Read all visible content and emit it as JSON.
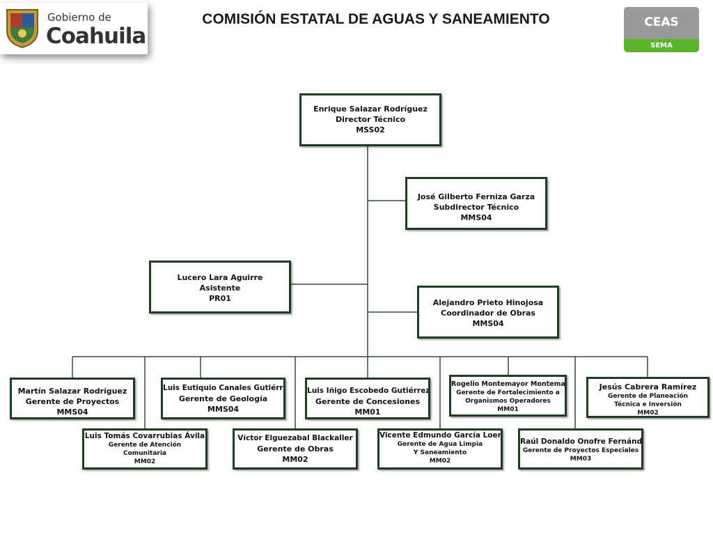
{
  "header": {
    "title": "COMISIÓN ESTATAL DE AGUAS Y SANEAMIENTO",
    "logo_left": {
      "line1": "Gobierno de",
      "line2": "Coahuila"
    },
    "logo_right": {
      "top": "CEAS",
      "bottom": "SEMA"
    }
  },
  "colors": {
    "box_border": "#1e3d1e",
    "line": "#2d4a2d",
    "sema_green": "#5cb42a",
    "ceas_gray": "#9a9a9a"
  },
  "org": {
    "director": {
      "name": "Enrique Salazar Rodríguez",
      "role": "Director Técnico",
      "code": "MSS02"
    },
    "subdirector": {
      "name": "José Gilberto Ferniza Garza",
      "role": "Subdirector Técnico",
      "code": "MMS04"
    },
    "asistente": {
      "name": "Lucero Lara Aguirre",
      "role": "Asistente",
      "code": "PR01"
    },
    "coordinador": {
      "name": "Alejandro Prieto Hinojosa",
      "role": "Coordinador de Obras",
      "code": "MMS04"
    },
    "proyectos": {
      "name": "Martín Salazar Rodríguez",
      "role": "Gerente de Proyectos",
      "code": "MMS04"
    },
    "geologia": {
      "name": "Luis Eutiquio Canales Gutiérrez",
      "role": "Gerente de Geología",
      "code": "MMS04"
    },
    "concesiones": {
      "name": "Luis Iñigo Escobedo Gutiérrez",
      "role": "Gerente de Concesiones",
      "code": "MM01"
    },
    "fortalecimiento": {
      "name": "Rogelio Montemayor Montemayor",
      "role1": "Gerente de Fortalecimiento a",
      "role2": "Organismos Operadores",
      "code": "MM01"
    },
    "planeacion": {
      "name": "Jesús Cabrera Ramírez",
      "role1": "Gerente de Planeación",
      "role2": "Técnica e Inversión",
      "code": "MM02"
    },
    "atencion": {
      "name": "Luis Tomás Covarrubias Ávila",
      "role1": "Gerente de Atención",
      "role2": "Comunitaria",
      "code": "MM02"
    },
    "obras": {
      "name": "Víctor Elguezabal Blackaller",
      "role": "Gerente de Obras",
      "code": "MM02"
    },
    "agua": {
      "name": "Vicente Edmundo García Loera",
      "role1": "Gerente de Agua Limpia",
      "role2": "Y Saneamiento",
      "code": "MM02"
    },
    "especiales": {
      "name": "Raúl Donaldo Onofre Fernández",
      "role": "Gerente de Proyectos Especiales",
      "code": "MM03"
    }
  }
}
